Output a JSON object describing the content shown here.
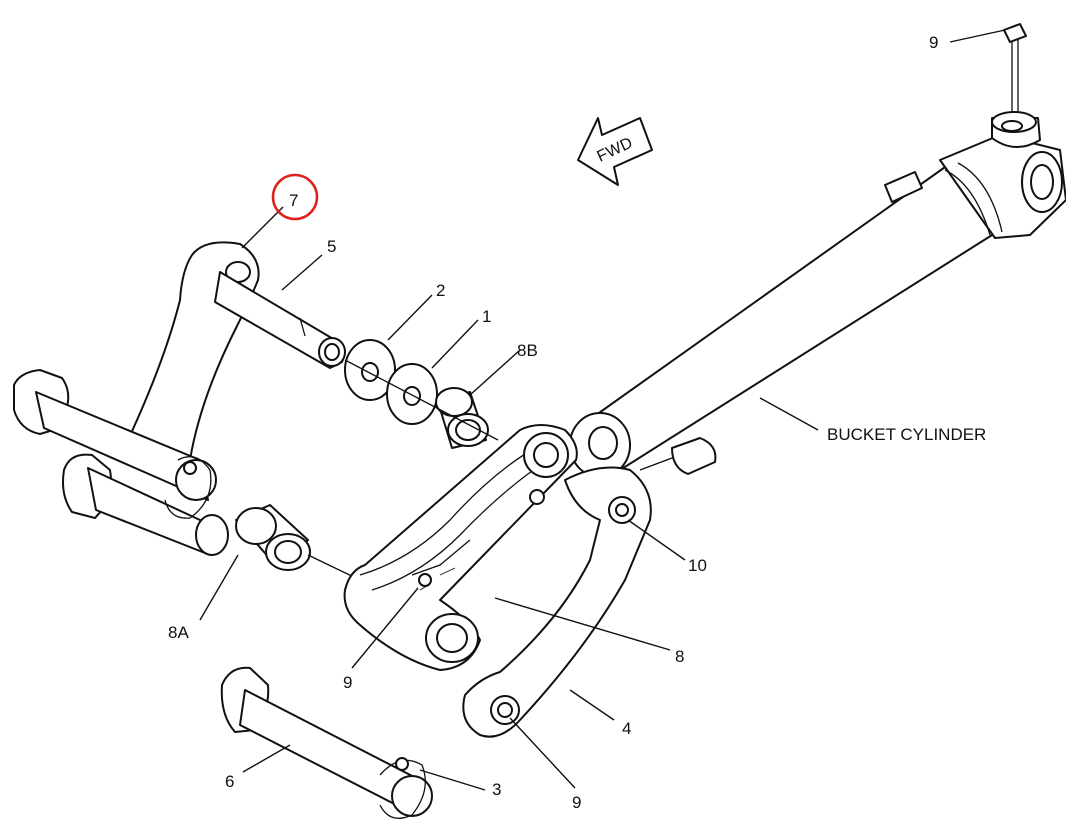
{
  "labels": {
    "fwd": "FWD",
    "bucket_cylinder": "BUCKET CYLINDER",
    "callout_7": "7",
    "callout_5": "5",
    "callout_2": "2",
    "callout_1": "1",
    "callout_8b": "8B",
    "callout_8a": "8A",
    "callout_9_top": "9",
    "callout_9_mid": "9",
    "callout_9_bottom": "9",
    "callout_10": "10",
    "callout_8": "8",
    "callout_4": "4",
    "callout_6": "6",
    "callout_3": "3"
  },
  "highlight": {
    "callout": "7",
    "color": "#e0201b"
  }
}
